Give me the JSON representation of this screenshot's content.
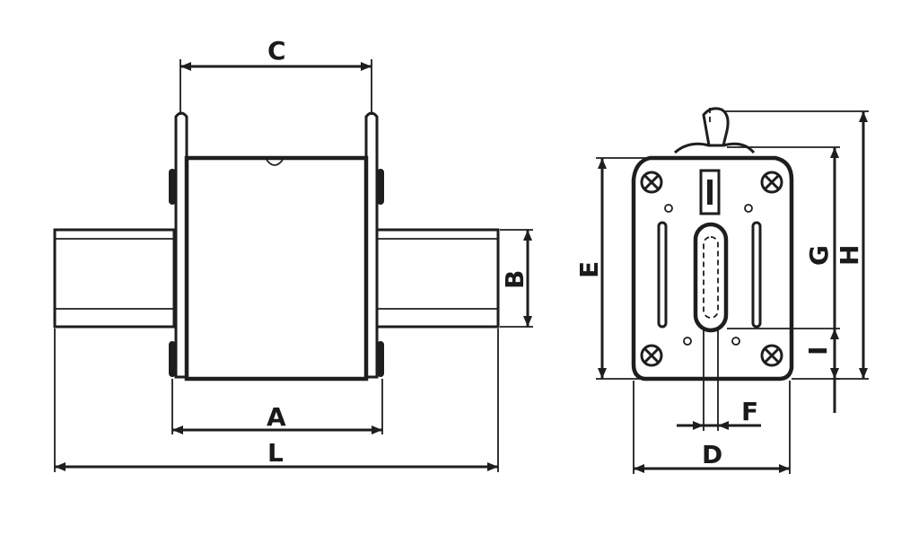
{
  "diagram": {
    "views": [
      "front-view",
      "side-view"
    ],
    "dimension_labels": {
      "a": "A",
      "b": "B",
      "c": "C",
      "d": "D",
      "e": "E",
      "f": "F",
      "g": "G",
      "h": "H",
      "i": "I",
      "l": "L"
    }
  }
}
